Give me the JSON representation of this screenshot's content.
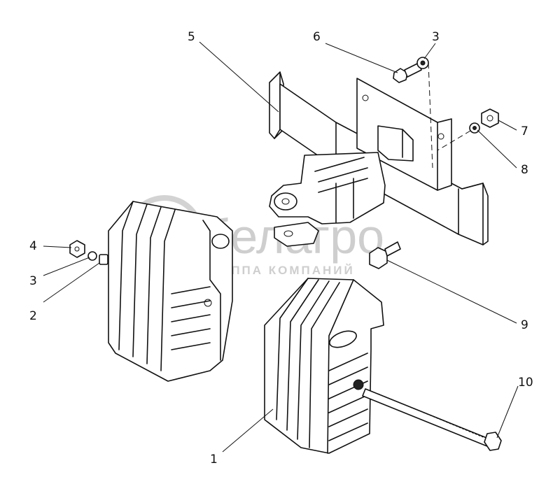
{
  "watermark": {
    "brand": "белагро",
    "subtitle": "ГРУППА КОМПАНИЙ"
  },
  "callouts": [
    {
      "id": "c1",
      "label": "1"
    },
    {
      "id": "c2",
      "label": "2"
    },
    {
      "id": "c3a",
      "label": "3"
    },
    {
      "id": "c3b",
      "label": "3"
    },
    {
      "id": "c4",
      "label": "4"
    },
    {
      "id": "c5",
      "label": "5"
    },
    {
      "id": "c6",
      "label": "6"
    },
    {
      "id": "c7",
      "label": "7"
    },
    {
      "id": "c8",
      "label": "8"
    },
    {
      "id": "c9",
      "label": "9"
    },
    {
      "id": "c10",
      "label": "10"
    }
  ],
  "colors": {
    "ink": "#111111",
    "watermark": "#c9c9c9",
    "paper": "#ffffff"
  }
}
